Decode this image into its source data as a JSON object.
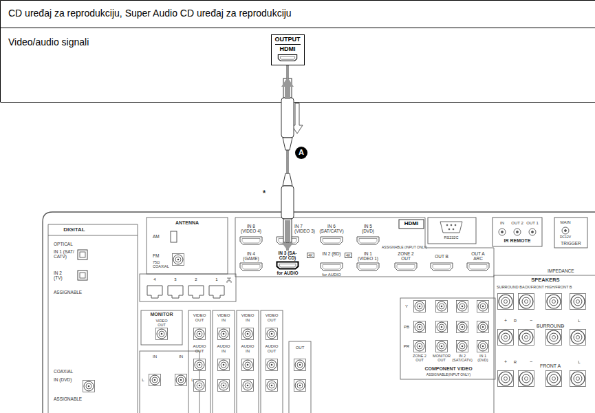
{
  "diagram": {
    "nodes": [
      {
        "text": [
          "OUTPUT",
          "HDMI"
        ]
      },
      {
        "text": [
          "IN 3 (SA-CD/ CD)",
          "for AUDIO"
        ]
      }
    ],
    "edges": [
      {
        "from": 0,
        "to": 1,
        "arrow": "to"
      }
    ],
    "labels": [
      "CD uređaj za reprodukciju, Super Audio CD uređaj za reprodukciju",
      "Video/audio signali",
      "A",
      "*",
      "DIGITAL",
      "OPTICAL",
      "IN 1 (SAT/ CATV)",
      "IN 2 (TV)",
      "ASSIGNABLE",
      "COAXIAL",
      "IN (DVD)",
      "ASSIGNABLE",
      "ANTENNA",
      "AM",
      "FM",
      "75Ω COAXIAL",
      "IN 8 (VIDEO 4)",
      "IN 7 (VIDEO 3)",
      "IN 6 (SAT/CATV)",
      "IN 5 (DVD)",
      "HDMI",
      "ASSIGNABLE (INPUT ONLY)",
      "IN 4 (GAME)",
      "4K",
      "IN 2 (BD)",
      "for AUDIO",
      "4K",
      "IN 1 (VIDEO 1)",
      "ZONE 2 OUT",
      "OUT B",
      "OUT A ARC",
      "RS232C",
      "IN",
      "OUT 2",
      "OUT 1",
      "IR REMOTE",
      "MAIN",
      "DC12V",
      "TRIGGER",
      "IMPEDANCE",
      "SPEAKERS",
      "SURROUND BACK/FRONT HIGH/FRONT B",
      "SURROUND",
      "FRONT A",
      "+",
      "R",
      "−",
      "L",
      "+",
      "R",
      "−",
      "L",
      "4",
      "3",
      "2",
      "1",
      "MONITOR",
      "VIDEO OUT",
      "VIDEO OUT",
      "VIDEO IN",
      "VIDEO IN",
      "VIDEO OUT",
      "AUDIO OUT",
      "AUDIO IN",
      "AUDIO IN",
      "AUDIO OUT",
      "OUT",
      "IN",
      "IN",
      "L",
      "L",
      "Y",
      "PB",
      "PR",
      "ZONE 2 OUT",
      "MONITOR OUT",
      "IN 2 (SAT/CATV)",
      "IN 1 (DVD)",
      "COMPONENT VIDEO",
      "ASSIGNABLE(INPUT ONLY)"
    ]
  }
}
